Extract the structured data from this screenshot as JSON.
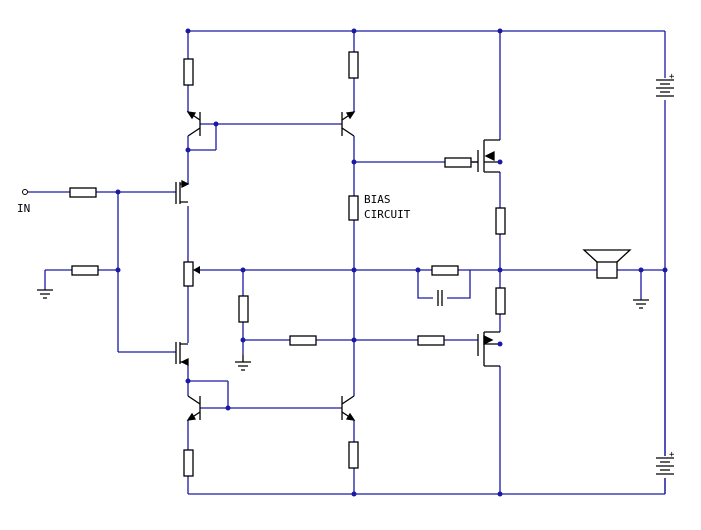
{
  "labels": {
    "input": "IN",
    "bias_line1": "BIAS",
    "bias_line2": "CIRCUIT",
    "plus_top": "+",
    "plus_bottom": "+"
  },
  "colors": {
    "wire": "#1a1aa6",
    "component": "#000000",
    "background": "#ffffff"
  }
}
